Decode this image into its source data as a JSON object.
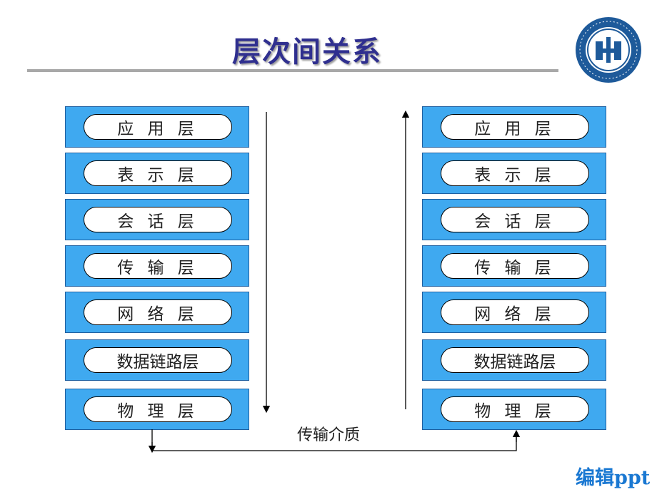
{
  "title": "层次间关系",
  "left_stack": [
    "应 用 层",
    "表 示 层",
    "会 话 层",
    "传 输 层",
    "网 络 层",
    "数据链路层",
    "物 理 层"
  ],
  "right_stack": [
    "应 用 层",
    "表 示 层",
    "会 话 层",
    "传 输 层",
    "网 络 层",
    "数据链路层",
    "物 理 层"
  ],
  "medium_label": "传输介质",
  "footer": "编辑ppt",
  "colors": {
    "layer_fill": "#3fa9f0",
    "title": "#2f2f8f",
    "footer": "#1a78d2"
  },
  "logo_icon": "university-seal-icon"
}
